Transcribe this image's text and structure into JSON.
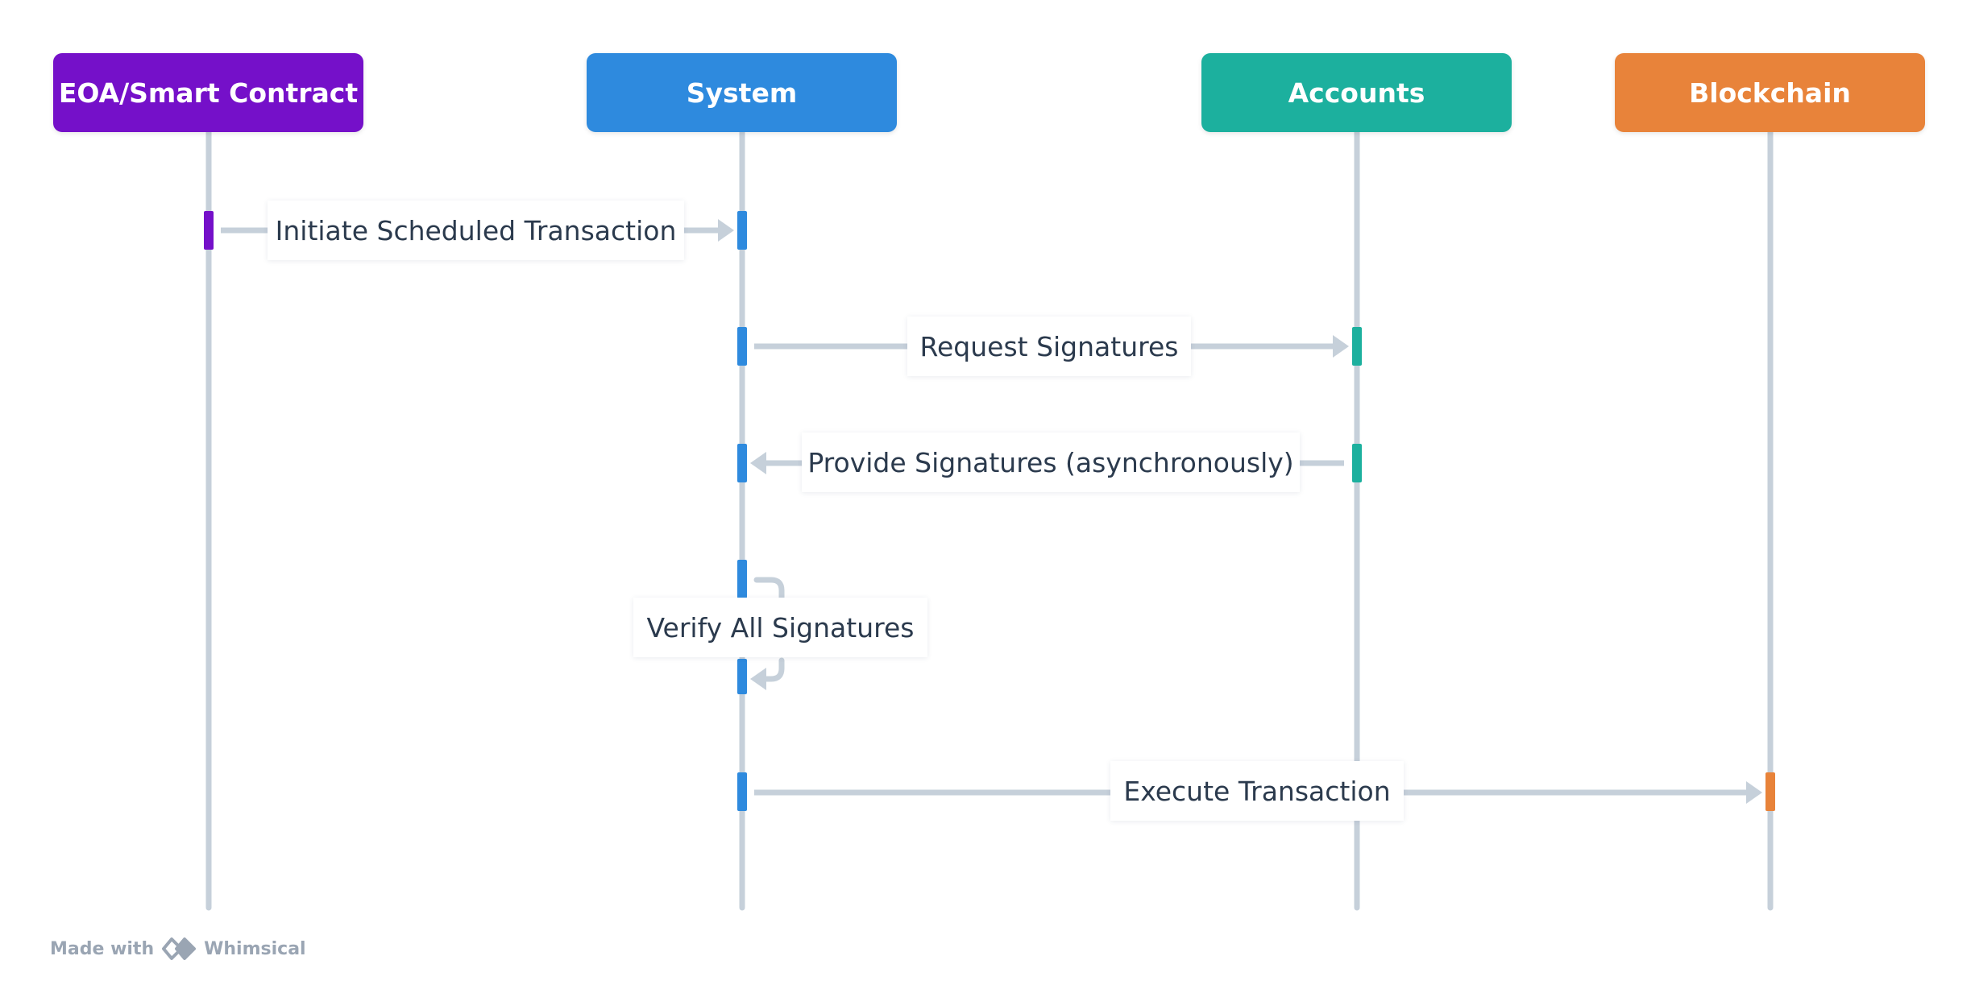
{
  "actors": [
    {
      "label": "EOA/Smart Contract",
      "color": "#7510c9"
    },
    {
      "label": "System",
      "color": "#2e8ade"
    },
    {
      "label": "Accounts",
      "color": "#1cb09e"
    },
    {
      "label": "Blockchain",
      "color": "#e8833a"
    }
  ],
  "messages": [
    {
      "label": "Initiate Scheduled Transaction",
      "from": 0,
      "to": 1
    },
    {
      "label": "Request Signatures",
      "from": 1,
      "to": 2
    },
    {
      "label": "Provide Signatures (asynchronously)",
      "from": 2,
      "to": 1
    },
    {
      "label": "Verify All Signatures",
      "from": 1,
      "to": 1
    },
    {
      "label": "Execute Transaction",
      "from": 1,
      "to": 3
    }
  ],
  "footer": {
    "made_with": "Made with",
    "brand": "Whimsical"
  },
  "colors": {
    "lifeline": "#c6d0da",
    "arrow": "#c6d0da",
    "text": "#2b3a4d",
    "footer": "#9aa5b3"
  }
}
